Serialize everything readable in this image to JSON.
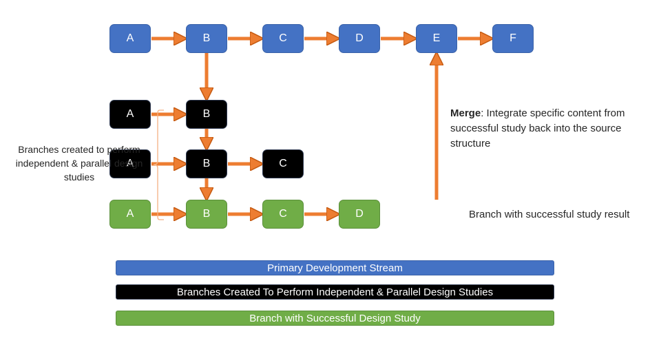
{
  "colors": {
    "primary_stream": "#4472c4",
    "study_branches": "#000000",
    "successful_branch": "#70ad47",
    "arrows": "#ed7d31",
    "bracket": "#f4b183"
  },
  "primary_stream": {
    "nodes": [
      "A",
      "B",
      "C",
      "D",
      "E",
      "F"
    ]
  },
  "study_branch_1": {
    "nodes": [
      "A",
      "B"
    ]
  },
  "study_branch_2": {
    "nodes": [
      "A",
      "B",
      "C"
    ]
  },
  "successful_branch": {
    "nodes": [
      "A",
      "B",
      "C",
      "D"
    ]
  },
  "annotations": {
    "branches_note": "Branches created to perform independent & parallel design studies",
    "merge_bold": "Merge",
    "merge_text": ": Integrate specific content from successful study back into the source structure",
    "result_note": "Branch with successful study result"
  },
  "legend": [
    {
      "label": "Primary Development Stream"
    },
    {
      "label": "Branches Created To Perform Independent & Parallel Design Studies"
    },
    {
      "label": "Branch with Successful Design Study"
    }
  ]
}
